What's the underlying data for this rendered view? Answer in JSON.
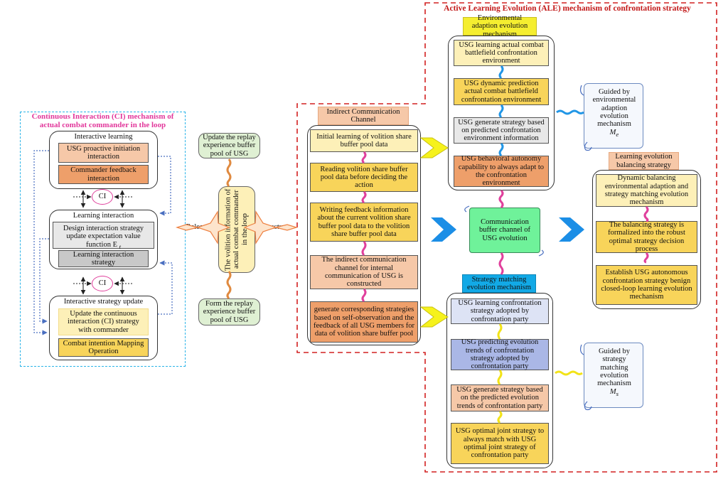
{
  "ci": {
    "title": "Continuous Interaction (CI) mechanism of actual combat commander in the loop",
    "interactive_learning": "Interactive learning",
    "usg_proactive": "USG proactive initiation interaction",
    "commander_feedback": "Commander feedback interaction",
    "ci_label_1": "CI",
    "learning_interaction": "Learning interaction",
    "design_strategy": "Design interaction strategy update expectation value function E",
    "design_strategy_sub": "t",
    "learning_interaction_strategy": "Learning interaction strategy",
    "ci_label_2": "CI",
    "interactive_strategy_update": "Interactive strategy update",
    "update_continuous": "Update the continuous interaction (CI) strategy with commander",
    "combat_intention": "Combat intention Mapping Operation"
  },
  "middle": {
    "update_replay": "Update the replay experience buffer pool of USG",
    "volition_info": "The volition information of actual combat commander in the loop",
    "form_replay": "Form the replay experience buffer pool of USG",
    "release": "Release",
    "structure": "Structure"
  },
  "icc": {
    "title": "Indirect Communication Channel",
    "items": [
      "Initial learning of volition share buffer pool data",
      "Reading volition share buffer pool data before deciding the action",
      "Writing feedback information about the current volition share buffer pool data to the volition share buffer pool data",
      "The indirect communication channel for internal communication of USG is constructed",
      "generate corresponding strategies based on self-observation and the feedback of all USG members for data of volition share buffer pool"
    ]
  },
  "ale": {
    "title": "Active Learning Evolution (ALE) mechanism of confrontation strategy",
    "env_title": "Environmental adaption evolution mechanism",
    "env_items": [
      "USG learning actual combat battlefield confrontation environment",
      "USG dynamic prediction actual combat battlefield confrontation environment",
      "USG generate strategy based on predicted confrontation environment information",
      "USG behavioral autonomy capability to always adapt to the confrontation environment"
    ],
    "guided_env": "Guided by environmental adaption evolution mechanism",
    "guided_env_sym": "M",
    "guided_env_sub": "e",
    "comm_buffer": "Communication buffer channel of USG evolution",
    "strat_title": "Strategy matching evolution mechanism",
    "strat_items": [
      "USG learning confrontation strategy adopted by confrontation party",
      "USG predicting evolution trends of confrontation strategy adopted by confrontation party",
      "USG generate strategy based on the predicted evolution trends of confrontation party",
      "USG optimal joint strategy to always match with USG optimal joint strategy of confrontation party"
    ],
    "guided_strat": "Guided by strategy matching evolution mechanism",
    "guided_strat_sym": "M",
    "guided_strat_sub": "s"
  },
  "balancing": {
    "title": "Learning evolution balancing strategy",
    "items": [
      "Dynamic balancing environmental adaption and strategy matching evolution mechanism",
      "The balancing strategy is formalized into the robust optimal strategy decision process",
      "Establish USG autonomous confrontation strategy benign closed-loop learning evolution mechanism"
    ]
  },
  "colors": {
    "cyan_border": "#29b3e8",
    "red_border": "#d22020",
    "pink_title": "#e2379b",
    "peach": "#f6c8a8",
    "orange": "#ee9f6a",
    "yellow_pale": "#fdf0b8",
    "yellow": "#f8d45a",
    "green_pale": "#dff0d3",
    "grey": "#c8c8c8",
    "light_grey": "#e8e8e8",
    "blue_pale": "#dde3f5",
    "blue": "#aab7e6",
    "label_yellow": "#f5ee30",
    "label_cyan": "#12a9e6",
    "buffer_green": "#6ff29a",
    "connector_pink": "#e0409c",
    "connector_blue": "#2196e6",
    "connector_yellow": "#f2e318",
    "chevron_blue": "#1b8ee6",
    "chevron_yellow": "#f6f21c"
  }
}
